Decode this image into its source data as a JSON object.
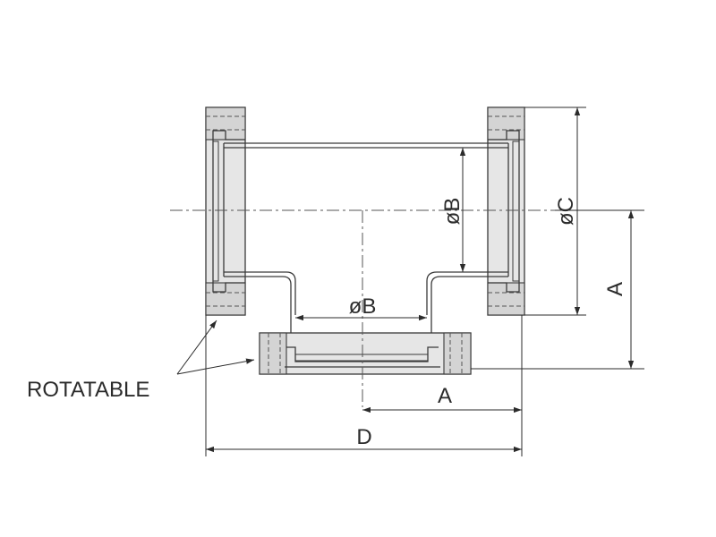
{
  "labels": {
    "bore_top": "øB",
    "bore_bottom": "øB",
    "flange_dia": "øC",
    "height_a_right": "A",
    "height_a_bottom": "A",
    "overall_d": "D",
    "rotatable": "ROTATABLE"
  }
}
